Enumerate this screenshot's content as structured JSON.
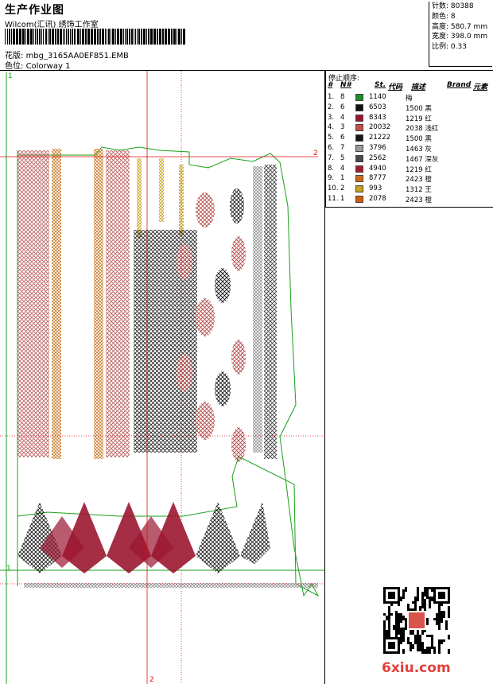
{
  "header": {
    "title": "生产作业图",
    "subtitle": "Wilcom(汇讯) 绣饰工作室",
    "file_label": "花版:",
    "file_name": "mbg_3165AA0EF851.EMB",
    "color_label": "色位:",
    "color_name": "Colorway 1"
  },
  "stats": [
    {
      "label": "针数:",
      "value": "80388"
    },
    {
      "label": "颜色:",
      "value": "8"
    },
    {
      "label": "高度:",
      "value": "580.7 mm"
    },
    {
      "label": "宽度:",
      "value": "398.0 mm"
    },
    {
      "label": "比例:",
      "value": "0.33"
    }
  ],
  "legend": {
    "title": "停止顺序:",
    "headers": {
      "num": "#",
      "n": "N#",
      "st": "St.",
      "code": "代码",
      "desc": "描述",
      "brand": "Brand",
      "elem": "元素"
    },
    "rows": [
      {
        "num": "1.",
        "n": "8",
        "code": "1140",
        "desc": "梅",
        "color": "#1f8c2a"
      },
      {
        "num": "2.",
        "n": "6",
        "code": "6503",
        "desc": "1500 黑",
        "color": "#111111"
      },
      {
        "num": "3.",
        "n": "4",
        "code": "8343",
        "desc": "1219 红",
        "color": "#a0132f"
      },
      {
        "num": "4.",
        "n": "3",
        "code": "20032",
        "desc": "2038 浅红",
        "color": "#c0504a"
      },
      {
        "num": "5.",
        "n": "6",
        "code": "21222",
        "desc": "1500 黑",
        "color": "#151515"
      },
      {
        "num": "6.",
        "n": "7",
        "code": "3796",
        "desc": "1463 灰",
        "color": "#9a9a9a"
      },
      {
        "num": "7.",
        "n": "5",
        "code": "2562",
        "desc": "1467 深灰",
        "color": "#4a4a4a"
      },
      {
        "num": "8.",
        "n": "4",
        "code": "4940",
        "desc": "1219 红",
        "color": "#a51a30"
      },
      {
        "num": "9.",
        "n": "1",
        "code": "8777",
        "desc": "2423 橙",
        "color": "#cc6a1e"
      },
      {
        "num": "10.",
        "n": "2",
        "code": "993",
        "desc": "1312 王",
        "color": "#c9a21a"
      },
      {
        "num": "11.",
        "n": "1",
        "code": "2078",
        "desc": "2423 橙",
        "color": "#cf5a12"
      }
    ]
  },
  "guides": {
    "h_mark_top": "2",
    "h_mark_bottom": "1",
    "v_mark_bottom": "2",
    "v_mark_left": "1"
  },
  "watermark": "6xiu.com",
  "colors": {
    "guide_red": "#e01010",
    "outline_green": "#1aa01a",
    "frame": "#000000"
  }
}
